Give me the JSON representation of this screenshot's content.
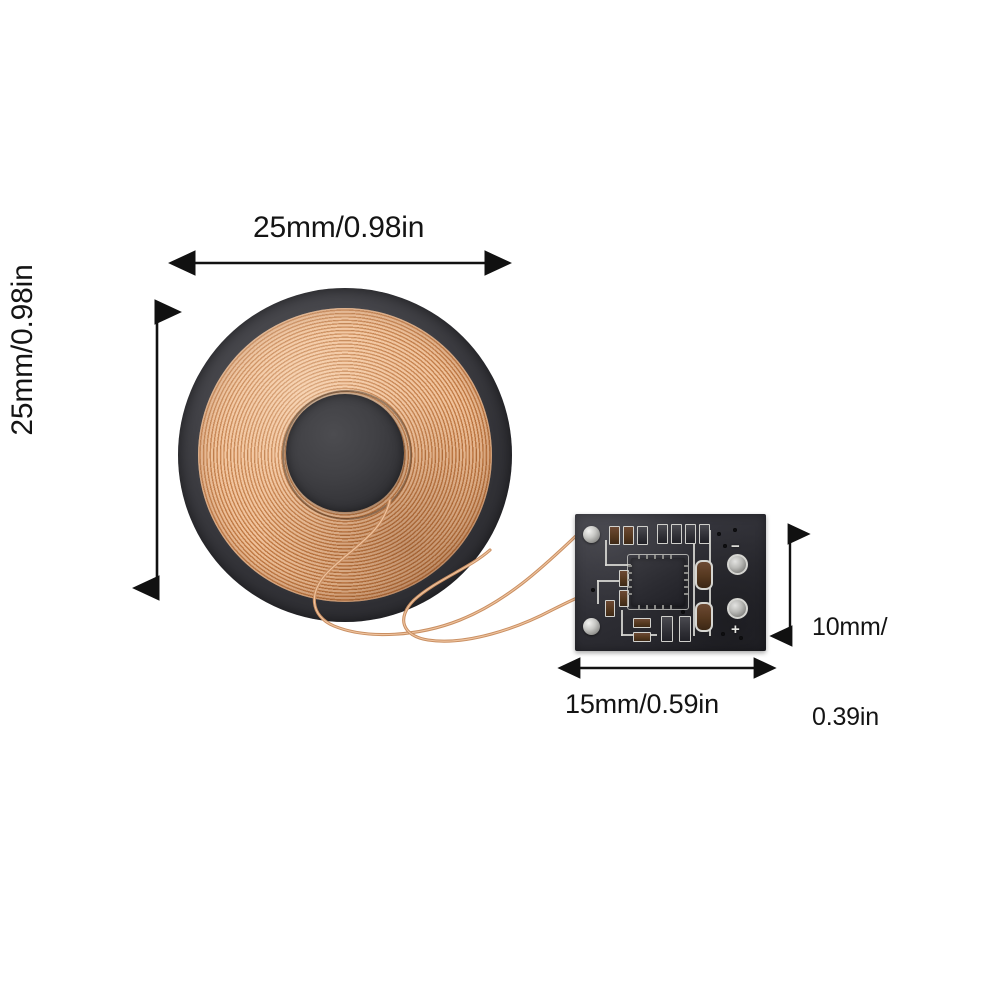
{
  "page": {
    "title": "Wireless Charging Coil Module Dimension Diagram",
    "background_color": "#ffffff"
  },
  "dimensions": {
    "coil_width": {
      "label": "25mm/0.98in",
      "orientation": "horizontal",
      "applies_to": "receiver-coil"
    },
    "coil_height": {
      "label": "25mm/0.98in",
      "orientation": "vertical",
      "applies_to": "receiver-coil"
    },
    "pcb_height": {
      "line1": "10mm/",
      "line2": "0.39in",
      "orientation": "vertical",
      "applies_to": "pcb-module"
    },
    "pcb_width": {
      "label": "15mm/0.59in",
      "orientation": "horizontal",
      "applies_to": "pcb-module"
    }
  },
  "coil": {
    "name": "wireless-charging-receiver-coil",
    "outer_ring_color": "#3a3a3f",
    "copper_color": "#d9955f",
    "core_color": "#3c3c40",
    "lead_wire_color": "#d39a6e",
    "lead_count": 2
  },
  "pcb": {
    "name": "wireless-charging-receiver-board",
    "board_color": "#2e2e34",
    "silkscreen_color": "#d8d8d4",
    "output_pads": [
      {
        "polarity": "−",
        "position": "top-right"
      },
      {
        "polarity": "+",
        "position": "bottom-right"
      }
    ],
    "ic": {
      "name": "controller-ic",
      "package": "QFN"
    },
    "solder_points": 2
  },
  "arrows": {
    "color": "#111111",
    "style": "double-headed"
  }
}
